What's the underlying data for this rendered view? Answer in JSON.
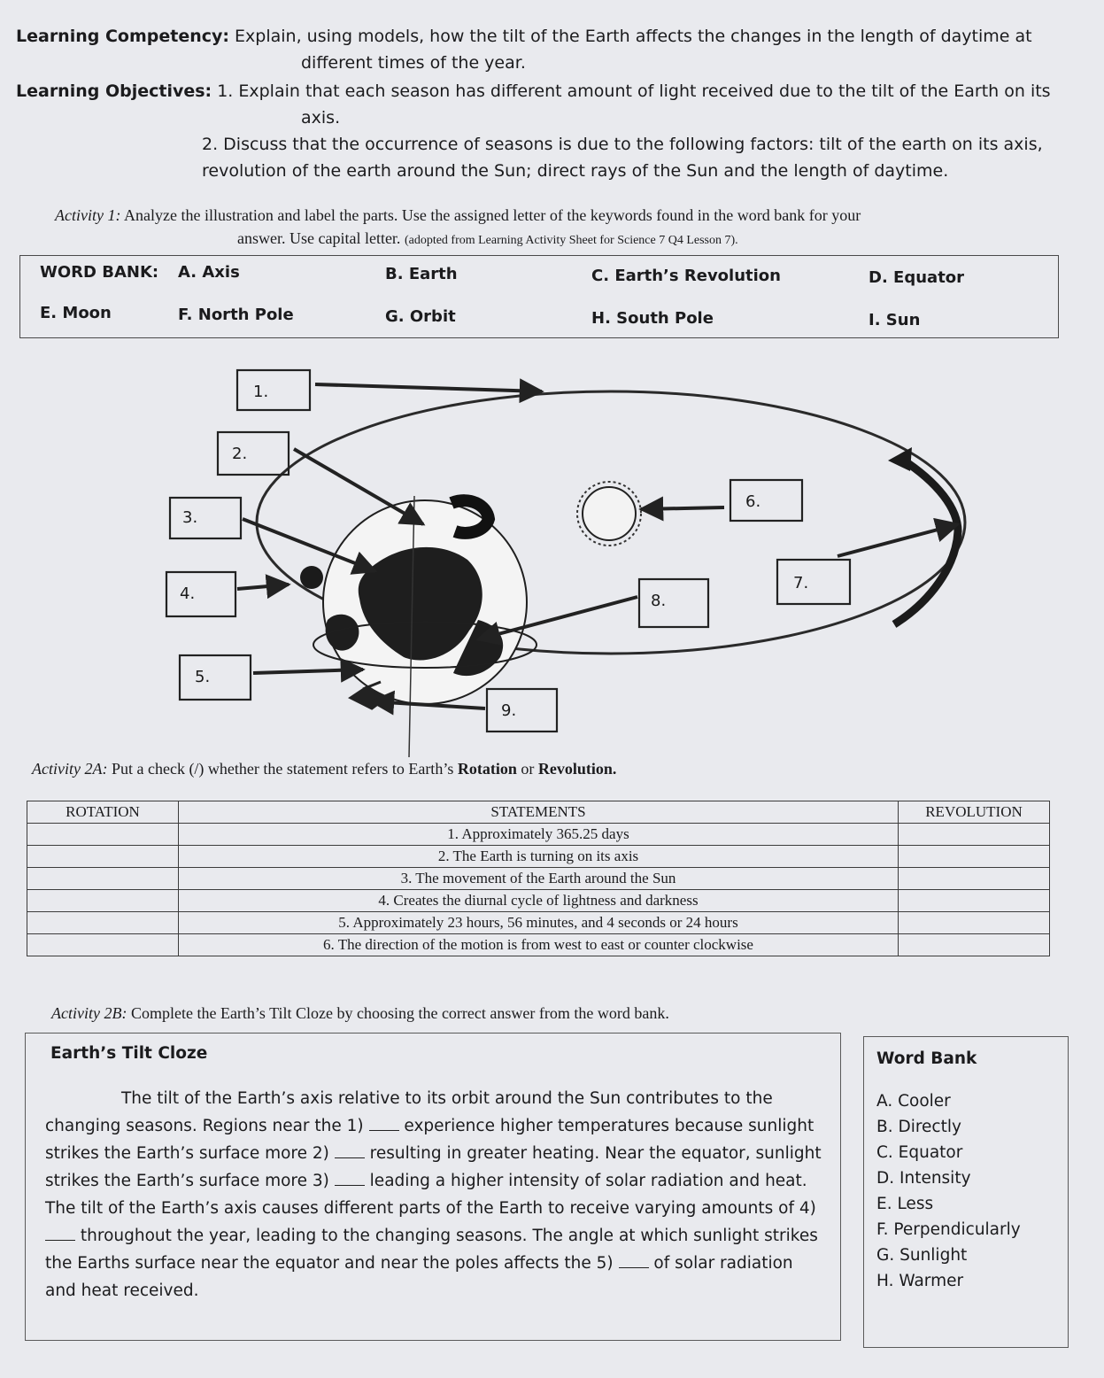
{
  "competency": {
    "label": "Learning Competency:",
    "text_line1": "Explain, using models, how the tilt of the Earth affects the changes in the length of daytime at",
    "text_line2": "different times of the year."
  },
  "objectives": {
    "label": "Learning Objectives:",
    "obj1_line1": "1. Explain that each season has different amount of light received due to the tilt of the Earth on its",
    "obj1_line2": "axis.",
    "obj2_line1": "2. Discuss that the occurrence of seasons is due to the following factors: tilt of the earth on its axis,",
    "obj2_line2": "revolution of the earth around the Sun; direct rays of the Sun and the length of daytime."
  },
  "activity1": {
    "label": "Activity 1:",
    "text_line1": "Analyze the illustration and label the parts. Use the assigned letter of the keywords found in the word bank for your",
    "text_line2": "answer. Use capital letter.",
    "source": "(adopted from Learning Activity Sheet for Science 7 Q4 Lesson 7)."
  },
  "word_bank": {
    "label": "WORD BANK:",
    "items": [
      "A. Axis",
      "B. Earth",
      "C. Earth’s Revolution",
      "D. Equator",
      "E. Moon",
      "F. North Pole",
      "G. Orbit",
      "H. South Pole",
      "I. Sun"
    ]
  },
  "diagram": {
    "labels": [
      "1.",
      "2.",
      "3.",
      "4.",
      "5.",
      "6.",
      "7.",
      "8.",
      "9."
    ]
  },
  "activity2a": {
    "label": "Activity 2A:",
    "text": "Put a check (/) whether the statement refers to Earth’s",
    "rotation_word": "Rotation",
    "or_word": "or",
    "revolution_word": "Revolution."
  },
  "table": {
    "headers": [
      "ROTATION",
      "STATEMENTS",
      "REVOLUTION"
    ],
    "statements": [
      "1.   Approximately 365.25 days",
      "2.   The Earth is turning on its axis",
      "3.   The movement of the Earth around the Sun",
      "4.   Creates the diurnal cycle of lightness and darkness",
      "5.   Approximately 23 hours, 56 minutes, and 4 seconds or 24 hours",
      "6.   The direction of the motion is from west to east or counter clockwise"
    ]
  },
  "activity2b": {
    "label": "Activity 2B:",
    "text": "Complete the Earth’s Tilt Cloze by choosing the correct answer from the word bank."
  },
  "cloze": {
    "title": "Earth’s Tilt Cloze",
    "s1": "The tilt of the Earth’s axis relative to its orbit around the Sun contributes to the changing seasons. Regions near the 1)",
    "s2": "experience higher temperatures because sunlight strikes the Earth’s surface more 2)",
    "s3": "resulting in greater heating. Near the equator, sunlight strikes the Earth’s surface more 3)",
    "s4": "leading a higher intensity of solar radiation and heat. The tilt of the Earth’s axis causes different parts of the Earth to receive varying amounts of 4)",
    "s5": "throughout the year, leading to the changing seasons. The angle at which sunlight strikes the Earths surface near the equator and near the poles affects the 5)",
    "s6": "of solar radiation and heat received."
  },
  "cloze_word_bank": {
    "title": "Word Bank",
    "items": [
      "A. Cooler",
      "B. Directly",
      "C. Equator",
      "D. Intensity",
      "E. Less",
      "F. Perpendicularly",
      "G. Sunlight",
      "H. Warmer"
    ]
  }
}
